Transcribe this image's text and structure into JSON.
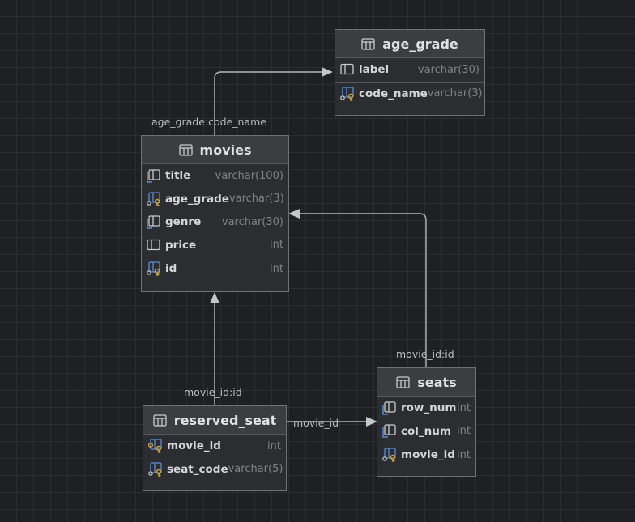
{
  "diagram": {
    "tables": [
      {
        "key": "age_grade",
        "name": "age_grade",
        "columns": [
          {
            "name": "label",
            "type": "varchar(30)",
            "icon": "column-icon"
          },
          {
            "name": "code_name",
            "type": "varchar(3)",
            "icon": "primary-key-column-icon",
            "section_break": true
          }
        ]
      },
      {
        "key": "movies",
        "name": "movies",
        "columns": [
          {
            "name": "title",
            "type": "varchar(100)",
            "icon": "indexed-column-icon"
          },
          {
            "name": "age_grade",
            "type": "varchar(3)",
            "icon": "foreign-key-column-icon"
          },
          {
            "name": "genre",
            "type": "varchar(30)",
            "icon": "indexed-column-icon"
          },
          {
            "name": "price",
            "type": "int",
            "icon": "column-icon"
          },
          {
            "name": "id",
            "type": "int",
            "icon": "primary-key-column-icon",
            "section_break": true
          }
        ]
      },
      {
        "key": "seats",
        "name": "seats",
        "columns": [
          {
            "name": "row_num",
            "type": "int",
            "icon": "indexed-column-icon"
          },
          {
            "name": "col_num",
            "type": "int",
            "icon": "indexed-column-icon"
          },
          {
            "name": "movie_id",
            "type": "int",
            "icon": "foreign-key-column-icon",
            "section_break": true
          }
        ]
      },
      {
        "key": "reserved_seat",
        "name": "reserved_seat",
        "columns": [
          {
            "name": "movie_id",
            "type": "int",
            "icon": "composite-key-column-icon"
          },
          {
            "name": "seat_code",
            "type": "varchar(5)",
            "icon": "primary-key-column-icon"
          }
        ]
      }
    ],
    "relations": [
      {
        "from": "movies",
        "to": "age_grade",
        "label": "age_grade:code_name"
      },
      {
        "from": "seats",
        "to": "movies",
        "label": "movie_id:id"
      },
      {
        "from": "reserved_seat",
        "to": "movies",
        "label": "movie_id:id"
      },
      {
        "from": "reserved_seat",
        "to": "seats",
        "label": "movie_id"
      }
    ],
    "colors": {
      "background": "#1f2023",
      "table_header": "#3b3d41",
      "table_body": "#2b2d30",
      "edge": "#b4b6bb",
      "key_gold": "#d6a33a",
      "key_blue": "#5a8fd8"
    }
  }
}
